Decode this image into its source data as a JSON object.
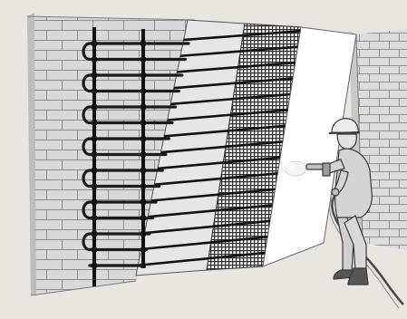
{
  "colors": {
    "background": "#e9e5e0",
    "brick_face": "#d9d9d9",
    "brick_mortar": "#8c8c8c",
    "brick_edge": "#b9b9b9",
    "pipe": "#1a1a1a",
    "render_layer": "#e6e6e6",
    "mesh_dark": "#3a3a3a",
    "plaster_white": "#ffffff",
    "worker_suit": "#d4d4d4",
    "worker_outline": "#3a3a3a",
    "hose": "#4a4a4a"
  },
  "layers": [
    {
      "id": "heating-pipes",
      "icon": "pipe-coil-icon"
    },
    {
      "id": "base-render",
      "icon": "render-layer-icon"
    },
    {
      "id": "reinforcement-mesh",
      "icon": "mesh-layer-icon"
    },
    {
      "id": "finish-plaster",
      "icon": "plaster-layer-icon"
    }
  ],
  "worker": {
    "icon": "worker-spraying-icon",
    "tool": "spray-gun-icon"
  }
}
